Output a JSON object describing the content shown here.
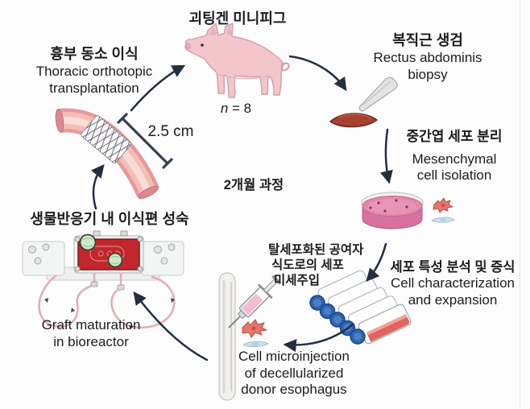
{
  "figure": {
    "duration_label": "2개월 과정",
    "graft_length": "2.5 cm",
    "sample_size_var": "n",
    "sample_size_rest": " = 8"
  },
  "steps": {
    "minipig": {
      "ko": "괴팅겐 미니피그"
    },
    "biopsy": {
      "ko": "복직근 생검",
      "en_line1": "Rectus abdominis",
      "en_line2": "biopsy"
    },
    "isolation": {
      "ko": "중간엽 세포 분리",
      "en_line1": "Mesenchymal",
      "en_line2": "cell isolation"
    },
    "expansion": {
      "ko": "세포 특성 분석 및 증식",
      "en_line1": "Cell characterization",
      "en_line2": "and expansion"
    },
    "microinjection": {
      "ko_line1": "탈세포화된 공여자",
      "ko_line2": "식도로의 세포",
      "ko_line3": "미세주입",
      "en_line1": "Cell microinjection",
      "en_line2": "of decellularized",
      "en_line3": "donor esophagus"
    },
    "bioreactor": {
      "ko": "생물반응기 내 이식편 성숙",
      "en_line1": "Graft maturation",
      "en_line2": "in bioreactor"
    },
    "transplantation": {
      "ko": "흉부 동소 이식",
      "en_line1": "Thoracic orthotopic",
      "en_line2": "transplantation"
    }
  },
  "icons": {
    "minipig-illustration": "pink minipig",
    "scalpel-icon": "gray scalpel blade",
    "biopsy-tissue-icon": "dark red muscle tissue lens",
    "petri-dish-icon": "pink petri dish with cells",
    "msc-red-cell-icon": "red stellate mesenchymal cell",
    "msc-blue-cell-icon": "blue spindle cell",
    "culture-flasks-icon": "five culture flasks with blue caps",
    "syringe-icon": "pink microinjection syringe",
    "decellularized-esophagus-icon": "pale vertical esophagus tube",
    "graft-stent-icon": "esophageal graft with mesh stent",
    "bioreactor-icon": "perfusion bioreactor with red chamber and tubing",
    "measurement-bracket": "2.5 cm length bracket",
    "curved-arrow-icon": "dark curved workflow arrows"
  },
  "colors": {
    "background": "#fdfdfd",
    "text": "#1c1c1c",
    "arrow_dark": "#232f3f",
    "pig_pink": "#f3c6cc",
    "petri_pink": "#e289ad",
    "flask_medium_red": "#e0655e",
    "flask_cap_blue": "#2e63b0",
    "bioreactor_red": "#c1272d",
    "port_green": "#cdeac8",
    "tubing_pink": "#e3aeb2",
    "graft_pink": "#e89899"
  }
}
